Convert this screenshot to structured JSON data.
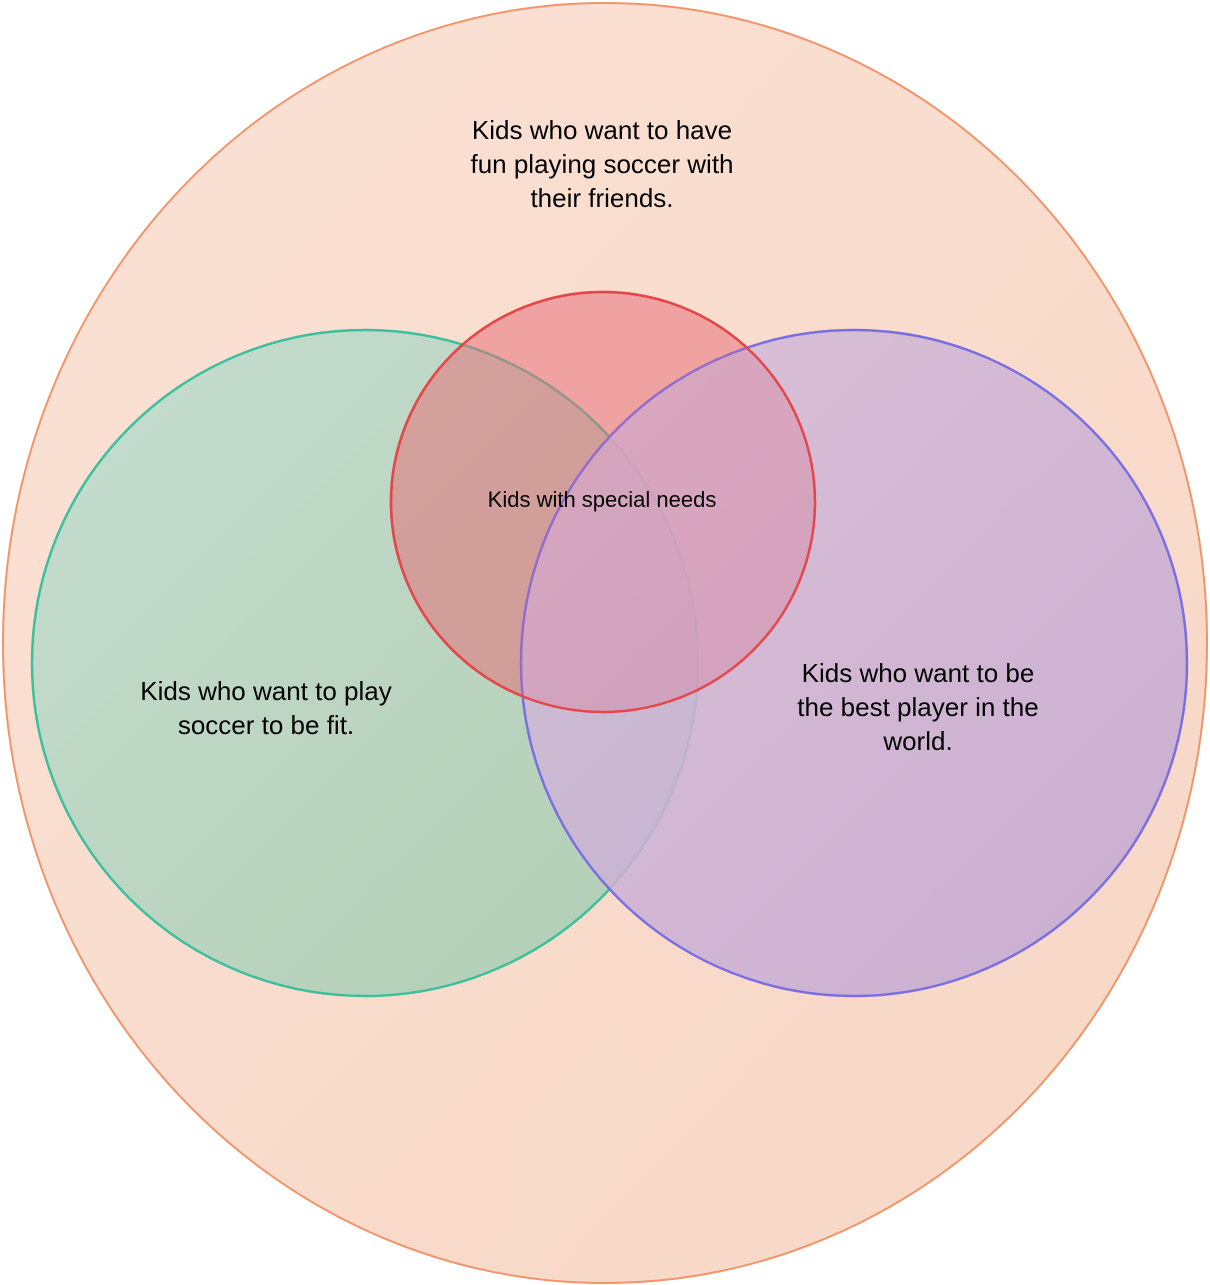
{
  "venn": {
    "outer": {
      "label": "Kids who want to have\nfun playing soccer with\ntheir friends.",
      "fill": "#f9dccd",
      "stroke": "#f0956a"
    },
    "fit": {
      "label": "Kids who want to play\nsoccer to be fit.",
      "fill": "#b6d2b9",
      "stroke": "#3cbf9c"
    },
    "best_player": {
      "label": "Kids who want to be\nthe best player in the\nworld.",
      "fill": "#c8acd6",
      "stroke": "#7b6ee0"
    },
    "special_needs": {
      "label": "Kids with special needs",
      "fill": "#ef8a87",
      "stroke": "#e5464a"
    }
  }
}
